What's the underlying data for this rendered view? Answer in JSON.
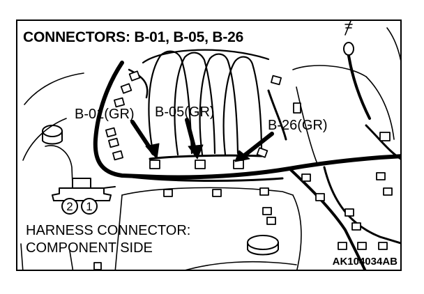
{
  "diagram": {
    "title": "CONNECTORS: B-01, B-05, B-26",
    "callouts": {
      "b01": "B-01(GR)",
      "b05": "B-05(GR)",
      "b26": "B-26(GR)"
    },
    "harness": {
      "line1": "HARNESS CONNECTOR:",
      "line2": "COMPONENT SIDE"
    },
    "pins": [
      "2",
      "1"
    ],
    "figure_code": "AK104034AB"
  }
}
